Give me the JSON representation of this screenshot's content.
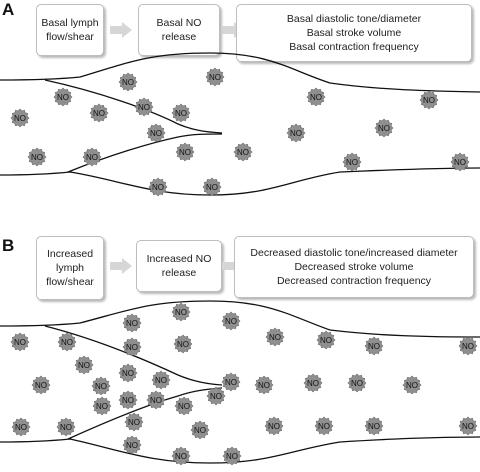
{
  "panel_a": {
    "letter": "A",
    "box1": [
      "Basal lymph",
      "flow/shear"
    ],
    "box2": [
      "Basal NO",
      "release"
    ],
    "box3": [
      "Basal diastolic tone/diameter",
      "Basal stroke volume",
      "Basal contraction frequency"
    ],
    "molecule_label": "NO"
  },
  "panel_b": {
    "letter": "B",
    "box1": [
      "Increased",
      "lymph",
      "flow/shear"
    ],
    "box2": [
      "Increased NO",
      "release"
    ],
    "box3": [
      "Decreased diastolic tone/increased diameter",
      "Decreased stroke volume",
      "Decreased contraction frequency"
    ],
    "molecule_label": "NO"
  },
  "colors": {
    "molecule_fill": "#8f8f8f",
    "molecule_stroke": "#6f6f6f",
    "arrow": "#d6d6d6",
    "vessel_line": "#111111"
  }
}
